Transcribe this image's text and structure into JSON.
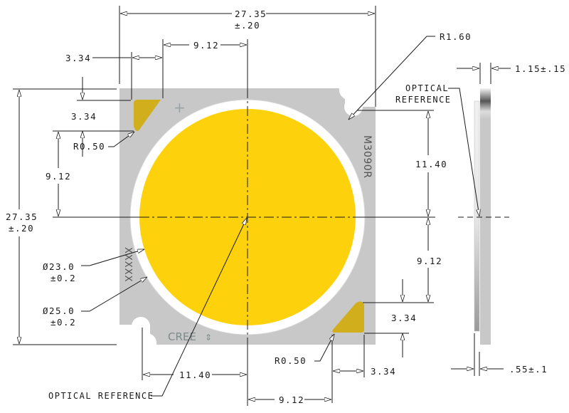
{
  "drawing": {
    "part_marking": "M3090R",
    "brand_marking": "CREE",
    "lot_marking": "XXXXX",
    "colors": {
      "substrate": "#c8c8c8",
      "led_emitter": "#fdd20d",
      "pad": "#d1ae1c",
      "ring": "#ffffff",
      "line": "#1a1a1a",
      "marking": "#7e8a8c"
    },
    "top_view": {
      "overall_width": {
        "value": "27.35",
        "tol": "±.20"
      },
      "overall_height": {
        "value": "27.35",
        "tol": "±.20"
      },
      "pad_top_left_x_offset": "9.12",
      "pad_top_left_width": "3.34",
      "pad_top_left_height": "3.34",
      "pad_top_left_y_offset": "9.12",
      "pad_top_left_radius": "R0.50",
      "notch_radius": "R1.60",
      "center_to_top_edge": "11.40",
      "center_to_pad_bottom_right_y": "9.12",
      "pad_bottom_right_height": "3.34",
      "pad_bottom_right_width": "3.34",
      "pad_bottom_right_radius": "R0.50",
      "center_to_pad_bottom_right_x": "9.12",
      "left_edge_to_center": "11.40",
      "emitter_diameter": {
        "value": "Ø23.0",
        "tol": "±0.2"
      },
      "ring_diameter": {
        "value": "Ø25.0",
        "tol": "±0.2"
      },
      "optical_reference_label": "OPTICAL REFERENCE"
    },
    "side_view": {
      "thickness": "1.15±.15",
      "substrate_thickness": ".55±.1",
      "optical_reference_label_line1": "OPTICAL",
      "optical_reference_label_line2": "REFERENCE"
    }
  }
}
